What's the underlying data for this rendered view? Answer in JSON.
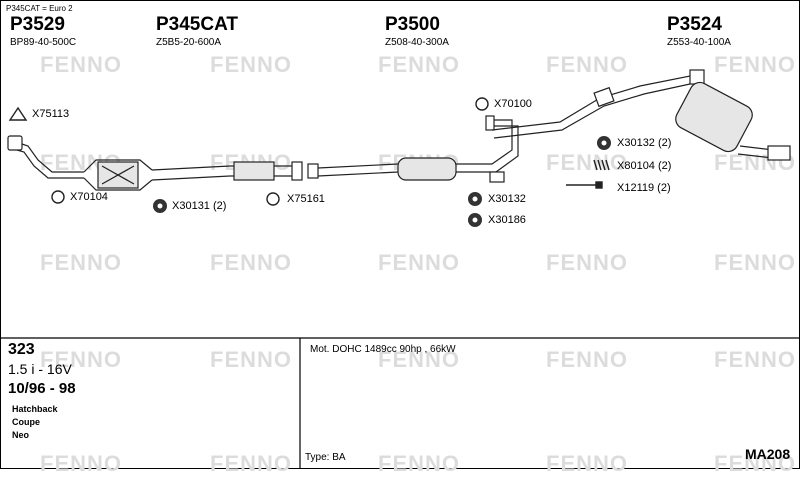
{
  "note": "P345CAT = Euro 2",
  "parts": [
    {
      "number": "P3529",
      "ref": "BP89-40-500C"
    },
    {
      "number": "P345CAT",
      "ref": "Z5B5-20-600A"
    },
    {
      "number": "P3500",
      "ref": "Z508-40-300A"
    },
    {
      "number": "P3524",
      "ref": "Z553-40-100A"
    }
  ],
  "fittings": [
    {
      "code": "X75113",
      "icon": "gasket-triangle"
    },
    {
      "code": "X70104",
      "icon": "ring-gasket"
    },
    {
      "code": "X30131 (2)",
      "icon": "rubber-mount"
    },
    {
      "code": "X75161",
      "icon": "ring-gasket"
    },
    {
      "code": "X70100",
      "icon": "ring-gasket"
    },
    {
      "code": "X30132",
      "icon": "rubber-mount"
    },
    {
      "code": "X30186",
      "icon": "rubber-mount"
    },
    {
      "code": "X30132 (2)",
      "icon": "rubber-mount"
    },
    {
      "code": "X80104 (2)",
      "icon": "spring"
    },
    {
      "code": "X12119 (2)",
      "icon": "bolt"
    }
  ],
  "vehicle": {
    "model": "323",
    "engine": "1.5 i - 16V",
    "years": "10/96 - 98",
    "bodies": [
      "Hatchback",
      "Coupe",
      "Neo"
    ]
  },
  "motor": "Mot. DOHC 1489cc 90hp , 66kW",
  "type_label": "Type:",
  "type_value": "BA",
  "code": "MA208",
  "watermark": "FENNO"
}
